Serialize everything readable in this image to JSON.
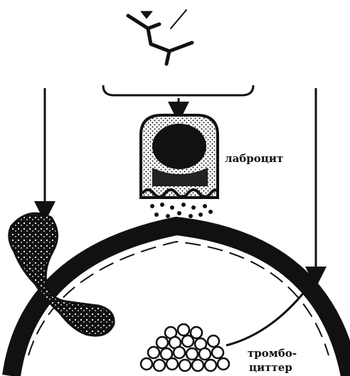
{
  "labels": {
    "labrocyte": "лаброцит",
    "thrombocytes_line1": "тромбо-",
    "thrombocytes_line2": "циттер"
  },
  "colors": {
    "ink": "#111111",
    "paper": "#ffffff"
  }
}
